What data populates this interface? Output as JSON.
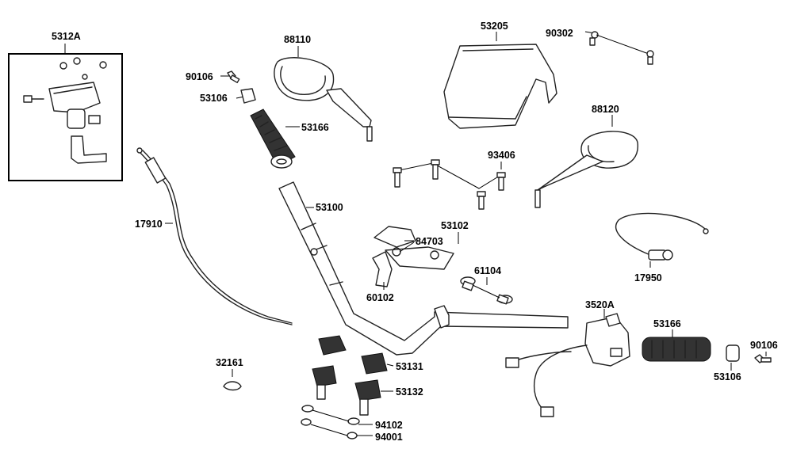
{
  "labels": {
    "l5312A": "5312A",
    "l88110": "88110",
    "l53205": "53205",
    "l90302": "90302",
    "l90106a": "90106",
    "l53106a": "53106",
    "l53166a": "53166",
    "l88120": "88120",
    "l93406": "93406",
    "l53100": "53100",
    "l17910": "17910",
    "l53102": "53102",
    "l84703": "84703",
    "l17950": "17950",
    "l61104": "61104",
    "l60102": "60102",
    "l3520A": "3520A",
    "l53166b": "53166",
    "l90106b": "90106",
    "l53106b": "53106",
    "l32161": "32161",
    "l53131": "53131",
    "l53132": "53132",
    "l94102": "94102",
    "l94001": "94001"
  },
  "colors": {
    "line": "#222222",
    "grip": "#444444",
    "background": "#ffffff"
  }
}
